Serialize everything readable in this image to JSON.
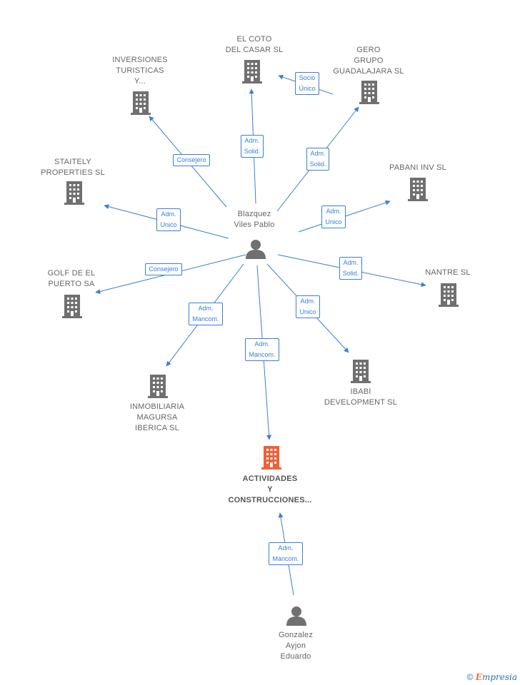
{
  "colors": {
    "edge": "#3a7fd5",
    "node": "#707070",
    "focus_node": "#f0603a"
  },
  "nodes": {
    "el_coto": {
      "label": [
        "EL COTO",
        "DEL CASAR SL"
      ],
      "icon": "building-icon"
    },
    "gero": {
      "label": [
        "GERO",
        "GRUPO",
        "GUADALAJARA SL"
      ],
      "icon": "building-icon"
    },
    "inversiones": {
      "label": [
        "INVERSIONES",
        "TURISTICAS",
        "Y..."
      ],
      "icon": "building-icon"
    },
    "staitely": {
      "label": [
        "STAITELY",
        "PROPERTIES SL"
      ],
      "icon": "building-icon"
    },
    "pabani": {
      "label": [
        "PABANI INV SL"
      ],
      "icon": "building-icon"
    },
    "nantre": {
      "label": [
        "NANTRE SL"
      ],
      "icon": "building-icon"
    },
    "golf": {
      "label": [
        "GOLF DE EL",
        "PUERTO SA"
      ],
      "icon": "building-icon"
    },
    "inmobiliaria": {
      "label": [
        "INMOBILIARIA",
        "MAGURSA",
        "IBERICA SL"
      ],
      "icon": "building-icon"
    },
    "ibabi": {
      "label": [
        "IBABI",
        "DEVELOPMENT SL"
      ],
      "icon": "building-icon"
    },
    "actividades": {
      "label": [
        "ACTIVIDADES",
        "Y",
        "CONSTRUCCIONES..."
      ],
      "icon": "building-icon"
    },
    "blazquez": {
      "label": [
        "Blazquez",
        "Viles Pablo"
      ],
      "icon": "person-icon"
    },
    "gonzalez": {
      "label": [
        "Gonzalez",
        "Ayjon",
        "Eduardo"
      ],
      "icon": "person-icon"
    }
  },
  "edges": [
    {
      "from": "blazquez",
      "to": "el_coto",
      "label": [
        "Adm.",
        "Solid."
      ]
    },
    {
      "from": "blazquez",
      "to": "inversiones",
      "label": [
        "Consejero"
      ]
    },
    {
      "from": "blazquez",
      "to": "gero",
      "label": [
        "Adm.",
        "Solid."
      ]
    },
    {
      "from": "gero",
      "to": "el_coto",
      "label": [
        "Socio",
        "Único"
      ]
    },
    {
      "from": "blazquez",
      "to": "staitely",
      "label": [
        "Adm.",
        "Unico"
      ]
    },
    {
      "from": "blazquez",
      "to": "pabani",
      "label": [
        "Adm.",
        "Unico"
      ]
    },
    {
      "from": "blazquez",
      "to": "golf",
      "label": [
        "Consejero"
      ]
    },
    {
      "from": "blazquez",
      "to": "nantre",
      "label": [
        "Adm.",
        "Solid."
      ]
    },
    {
      "from": "blazquez",
      "to": "inmobiliaria",
      "label": [
        "Adm.",
        "Mancom."
      ]
    },
    {
      "from": "blazquez",
      "to": "ibabi",
      "label": [
        "Adm.",
        "Unico"
      ]
    },
    {
      "from": "blazquez",
      "to": "actividades",
      "label": [
        "Adm.",
        "Mancom."
      ]
    },
    {
      "from": "gonzalez",
      "to": "actividades",
      "label": [
        "Adm.",
        "Mancom."
      ]
    }
  ],
  "footer": {
    "copyright_symbol": "©",
    "brand_initial": "E",
    "brand_rest": "mpresia"
  }
}
